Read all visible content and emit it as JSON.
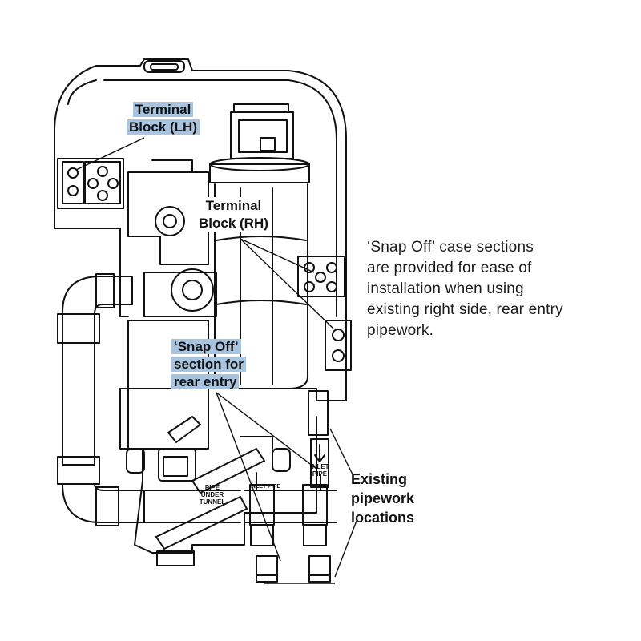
{
  "labels": {
    "terminal_block_lh": [
      "Terminal",
      "Block (LH)"
    ],
    "terminal_block_rh": [
      "Terminal",
      "Block (RH)"
    ],
    "snap_off_section": [
      "‘Snap Off’",
      "section for",
      "rear entry"
    ],
    "existing_pipework": [
      "Existing",
      "pipework",
      "locations"
    ]
  },
  "note": [
    "‘Snap Off’ case sections",
    "are provided for ease of",
    "installation when using",
    "existing right side, rear entry",
    "pipework."
  ],
  "small_labels": {
    "inlet_pipe_vertical": [
      "INLET",
      "PIPE"
    ],
    "pipe_under_tunnel": [
      "PIPE",
      "UNDER",
      "TUNNEL"
    ],
    "inlet_pipe_horizontal": "INLET PIPE"
  },
  "colors": {
    "highlight": "#a9c4df",
    "line": "#111111",
    "fill_light": "#e6e6e6",
    "fill_mid": "#c8c8c8"
  }
}
